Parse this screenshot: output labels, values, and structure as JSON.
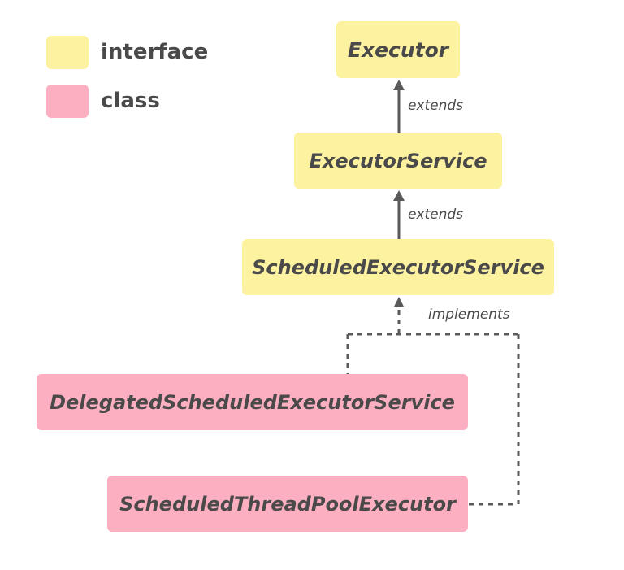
{
  "legend": {
    "interface_label": "interface",
    "class_label": "class"
  },
  "nodes": {
    "executor": "Executor",
    "executor_service": "ExecutorService",
    "scheduled_executor_service": "ScheduledExecutorService",
    "delegated_scheduled_executor_service": "DelegatedScheduledExecutorService",
    "scheduled_thread_pool_executor": "ScheduledThreadPoolExecutor"
  },
  "edges": {
    "extends_1": "extends",
    "extends_2": "extends",
    "implements": "implements"
  },
  "colors": {
    "interface": "#fdf2a0",
    "class": "#fbafc0",
    "line": "#5a5a5a",
    "text": "#4a4a4a"
  }
}
